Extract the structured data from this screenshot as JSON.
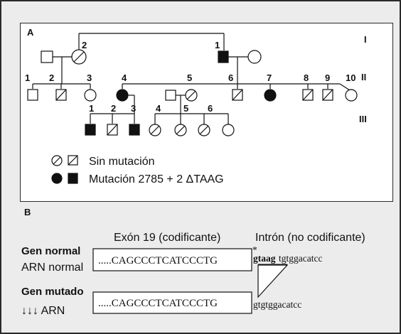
{
  "panel_a": {
    "label": "A",
    "generations": [
      "I",
      "II",
      "III"
    ],
    "gen_one": {
      "ids": [
        "2",
        "1"
      ]
    },
    "gen_two": {
      "ids": [
        "1",
        "2",
        "3",
        "4",
        "5",
        "6",
        "7",
        "8",
        "9",
        "10"
      ]
    },
    "gen_three": {
      "ids": [
        "1",
        "2",
        "3",
        "4",
        "5",
        "6"
      ]
    },
    "legend": {
      "no_mutation": "Sin mutación",
      "mutation": "Mutación 2785 + 2 ΔTAAG"
    }
  },
  "panel_b": {
    "label": "B",
    "exon_header": "Exón 19 (codificante)",
    "intron_header": "Intrón (no codificante)",
    "normal_gene": "Gen normal",
    "normal_rna": "ARN normal",
    "mutated_gene": "Gen mutado",
    "mutated_rna": "↓↓↓ ARN",
    "exon_sequence": ".....CAGCCCTCATCCCTG",
    "asterisk": "*",
    "normal_intron_deleted": "gtaag",
    "normal_intron_rest": "tgtggacatcc",
    "mutated_intron": "gtgtggacatcc"
  }
}
